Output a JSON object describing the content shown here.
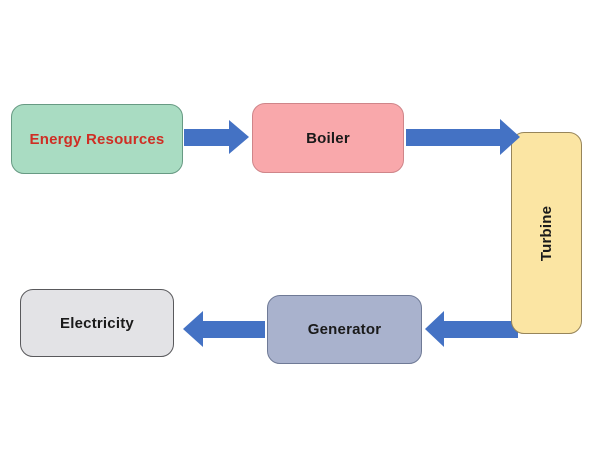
{
  "diagram": {
    "type": "flowchart",
    "background": "#ffffff",
    "arrow_color": "#4472c4",
    "nodes": [
      {
        "id": "energy-resources",
        "label": "Energy Resources",
        "fill": "#a9dcc2",
        "border": "#679a83",
        "text_color": "#cf2e24",
        "shape": "rounded-rect",
        "orientation": "horizontal"
      },
      {
        "id": "boiler",
        "label": "Boiler",
        "fill": "#f9a8ab",
        "border": "#cf8589",
        "text_color": "#1a1a1a",
        "shape": "rounded-rect",
        "orientation": "horizontal"
      },
      {
        "id": "turbine",
        "label": "Turbine",
        "fill": "#fbe5a3",
        "border": "#97855a",
        "text_color": "#1a1a1a",
        "shape": "rounded-rect",
        "orientation": "vertical"
      },
      {
        "id": "generator",
        "label": "Generator",
        "fill": "#a9b2cd",
        "border": "#6f7a96",
        "text_color": "#1a1a1a",
        "shape": "rounded-rect",
        "orientation": "horizontal"
      },
      {
        "id": "electricity",
        "label": "Electricity",
        "fill": "#e3e3e6",
        "border": "#59595c",
        "text_color": "#1a1a1a",
        "shape": "rounded-rect",
        "orientation": "horizontal"
      }
    ],
    "edges": [
      {
        "from": "Energy Resources",
        "to": "Boiler",
        "direction": "right"
      },
      {
        "from": "Boiler",
        "to": "Turbine",
        "direction": "right"
      },
      {
        "from": "Turbine",
        "to": "Generator",
        "direction": "left"
      },
      {
        "from": "Generator",
        "to": "Electricity",
        "direction": "left"
      }
    ]
  }
}
